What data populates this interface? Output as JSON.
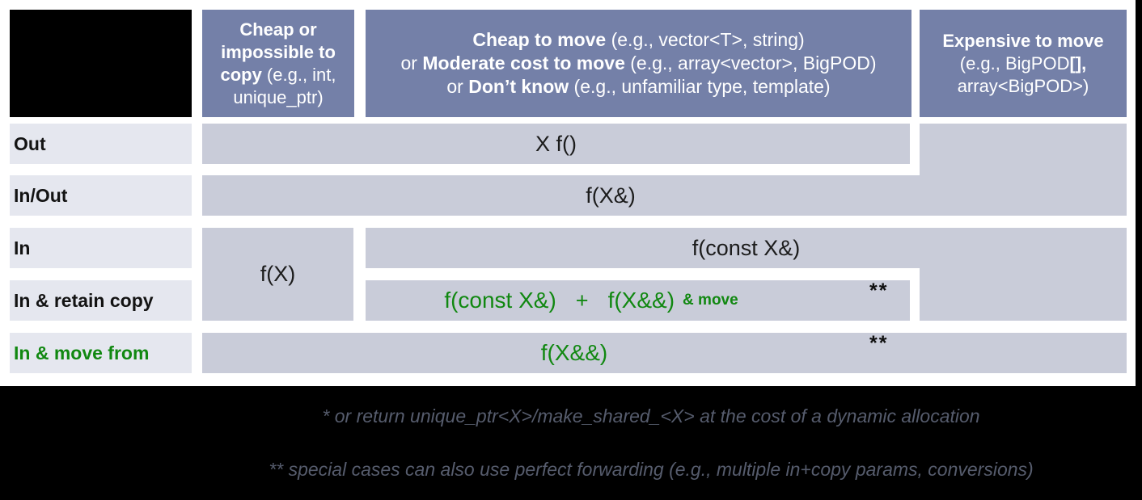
{
  "colors": {
    "header_bg": "#7480A8",
    "cell_bg": "#C9CCD9",
    "label_bg": "#E5E7EF",
    "green": "#118811",
    "code_text": "#1C1C1C",
    "footnote_text": "#565C6D",
    "frame_black": "#000000"
  },
  "headers": {
    "col1": {
      "lines": [
        [
          {
            "t": "Cheap or impossible to copy",
            "b": true
          },
          {
            "t": " (e.g., int, unique_ptr)",
            "b": false
          }
        ]
      ]
    },
    "col2": {
      "lines": [
        [
          {
            "t": "Cheap to move",
            "b": true
          },
          {
            "t": " (e.g., vector<T>, string)",
            "b": false
          }
        ],
        [
          {
            "t": "or ",
            "b": false
          },
          {
            "t": "Moderate cost to move",
            "b": true
          },
          {
            "t": " (e.g., array<vector>, BigPOD)",
            "b": false
          }
        ],
        [
          {
            "t": "or ",
            "b": false
          },
          {
            "t": "Don’t know",
            "b": true
          },
          {
            "t": " (e.g., unfamiliar type, template)",
            "b": false
          }
        ]
      ]
    },
    "col3": {
      "lines": [
        [
          {
            "t": "Expensive to move",
            "b": true
          }
        ],
        [
          {
            "t": "(e.g., BigPOD",
            "b": false
          },
          {
            "t": "[],",
            "b": true
          }
        ],
        [
          {
            "t": "array<BigPOD>)",
            "b": false
          }
        ]
      ]
    }
  },
  "rows": {
    "out": {
      "label": "Out"
    },
    "inout": {
      "label": "In/Out"
    },
    "in": {
      "label": "In"
    },
    "retain": {
      "label": "In & retain copy"
    },
    "move": {
      "label": "In & move from"
    }
  },
  "cells": {
    "out_value": "X f()",
    "inout_value": "f(X&)",
    "in_byvalue": "f(X)",
    "in_constref": "f(const X&)",
    "retain_constref": "f(const X&)",
    "retain_plus": "+",
    "retain_rref": "f(X&&)",
    "retain_note": "& move",
    "retain_mark": "**",
    "move_value": "f(X&&)",
    "move_mark": "**"
  },
  "footnotes": {
    "line1": "* or return unique_ptr<X>/make_shared_<X> at the cost of a dynamic allocation",
    "line2": "** special cases can also use perfect forwarding (e.g., multiple in+copy params, conversions)"
  }
}
